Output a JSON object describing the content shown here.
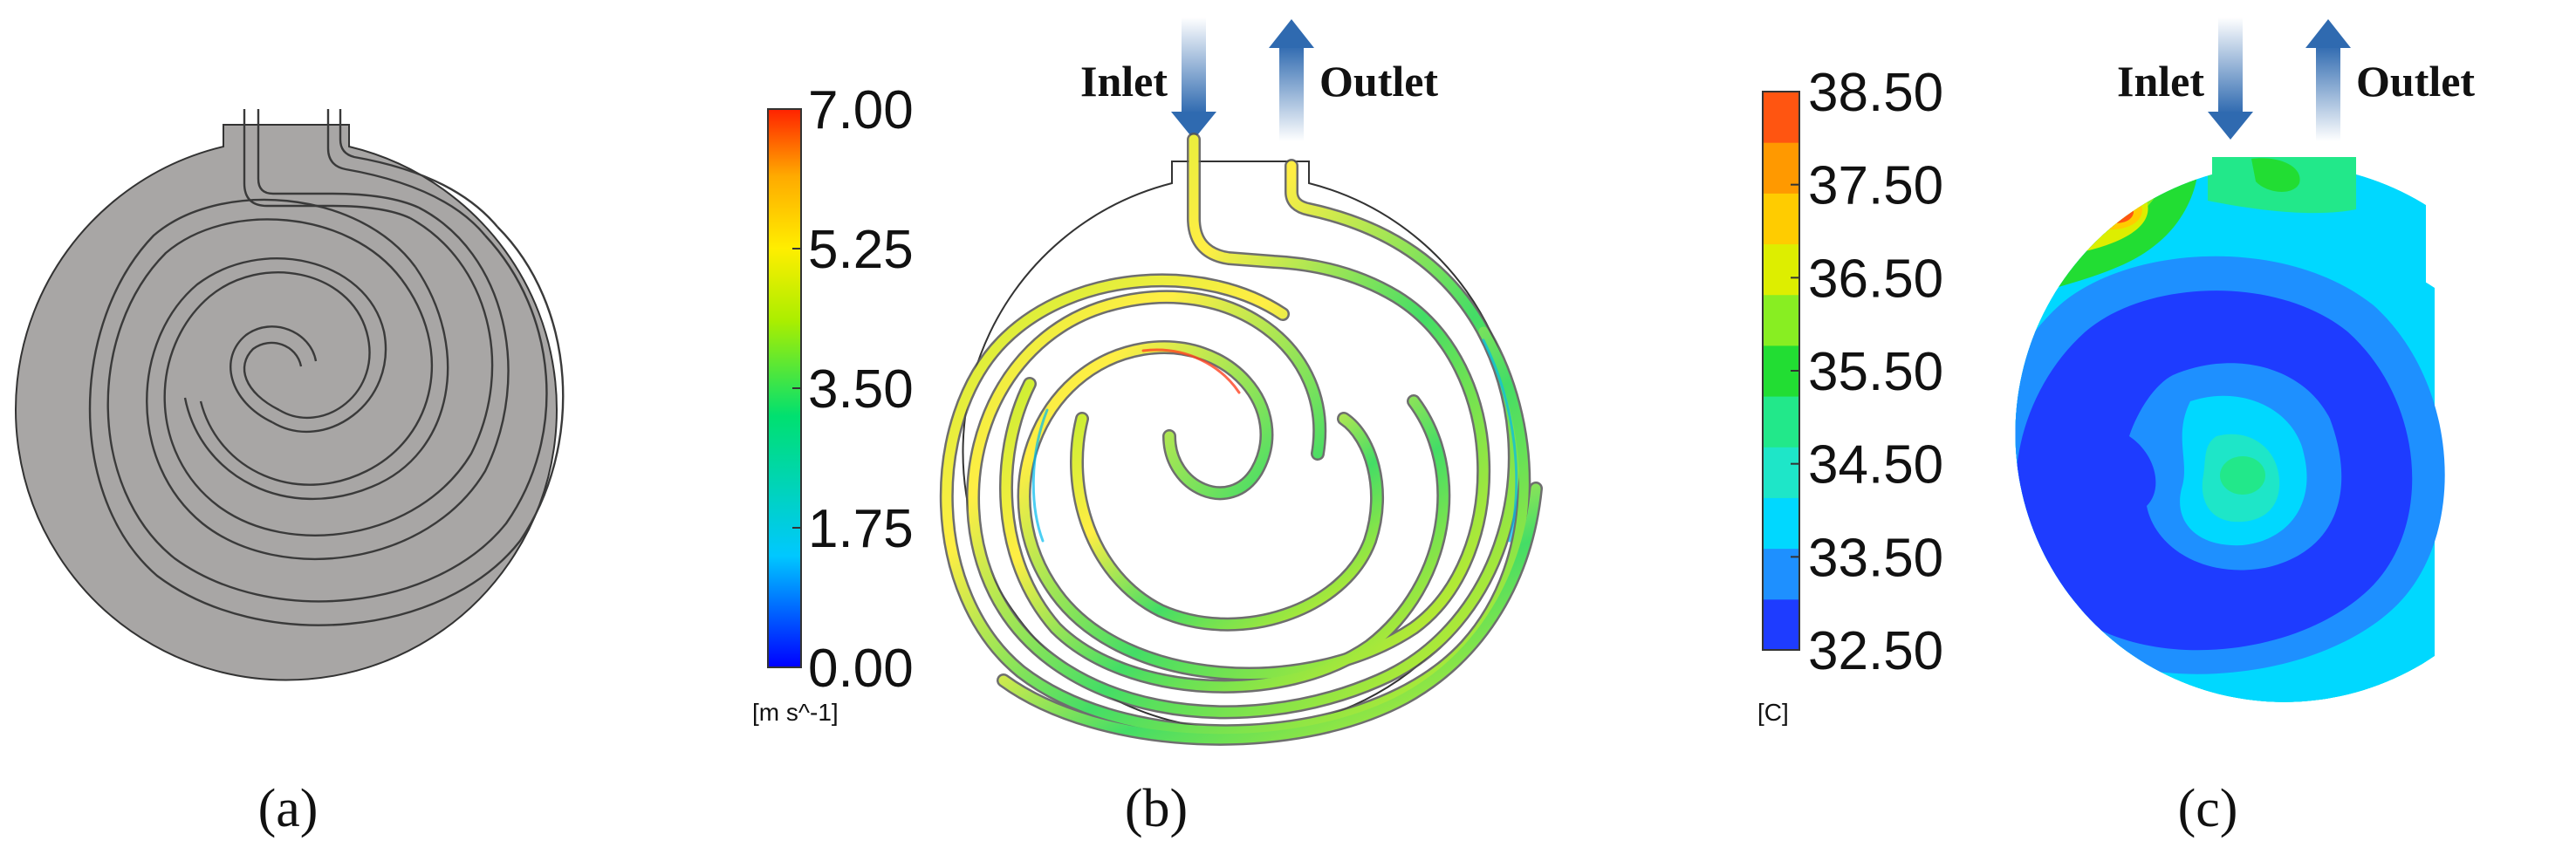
{
  "panels": {
    "a": {
      "label": "(a)"
    },
    "b": {
      "label": "(b)",
      "inlet_label": "Inlet",
      "outlet_label": "Outlet",
      "legend": {
        "unit": "[m s^-1]",
        "ticks": [
          "7.00",
          "5.25",
          "3.50",
          "1.75",
          "0.00"
        ],
        "range": [
          0.0,
          7.0
        ],
        "gradient_colors": [
          "#0000ff",
          "#00c8ff",
          "#00e070",
          "#aaee00",
          "#ffee00",
          "#ffaa00",
          "#ff2200"
        ]
      }
    },
    "c": {
      "label": "(c)",
      "inlet_label": "Inlet",
      "outlet_label": "Outlet",
      "legend": {
        "unit": "[C]",
        "ticks": [
          "38.50",
          "37.50",
          "36.50",
          "35.50",
          "34.50",
          "33.50",
          "32.50"
        ],
        "range": [
          32.5,
          38.5
        ],
        "bands": [
          "#1e3cff",
          "#1e90ff",
          "#00d8ff",
          "#1ee6c8",
          "#22e88a",
          "#22dd33",
          "#88ee22",
          "#ddee00",
          "#ffcc00",
          "#ff9900",
          "#ff5511"
        ]
      }
    }
  },
  "colors": {
    "plate_fill": "#a8a6a5",
    "channel_line": "#3a3a3a",
    "arrow_blue": "#2f6ab0",
    "text": "#111111"
  }
}
